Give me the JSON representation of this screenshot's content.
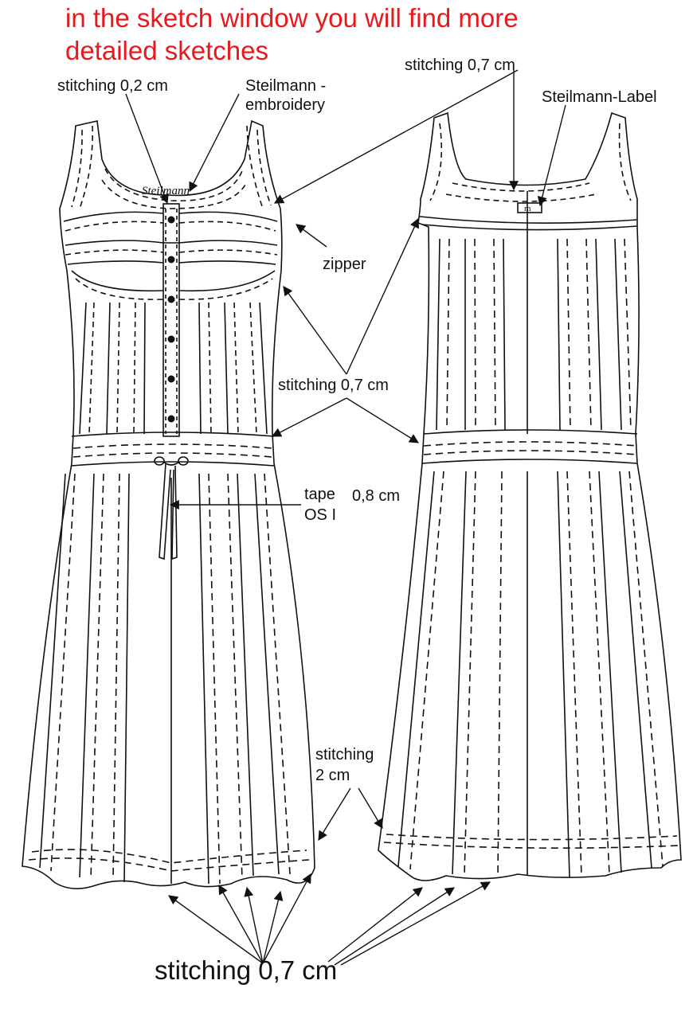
{
  "headline": {
    "line1": "in the sketch window you will find more",
    "line2": "detailed sketches"
  },
  "labels": {
    "stitching_02": "stitching 0,2 cm",
    "embroidery_1": "Steilmann -",
    "embroidery_2": "embroidery",
    "stitching_07_top": "stitching 0,7 cm",
    "label_tag": "Steilmann-Label",
    "zipper": "zipper",
    "stitching_07_mid": "stitching 0,7 cm",
    "tape_1": "tape",
    "tape_size": "0,8 cm",
    "tape_2": "OS I",
    "stitching_2cm_1": "stitching",
    "stitching_2cm_2": "2 cm",
    "stitching_07_bottom": "stitching 0,7 cm"
  },
  "sketch": {
    "embroidery_text": "Steilmann",
    "label_text": "m"
  },
  "colors": {
    "headline": "#e8191c",
    "ink": "#111111"
  }
}
